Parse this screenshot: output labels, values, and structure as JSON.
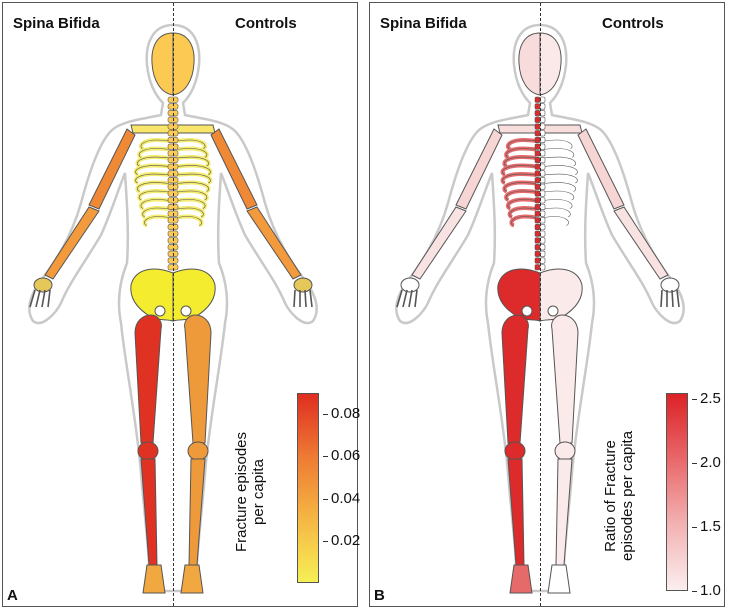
{
  "panels": [
    {
      "letter": "A",
      "left_header": "Spina Bifida",
      "right_header": "Controls",
      "colorbar": {
        "title_line1": "Fracture episodes",
        "title_line2": "per capita",
        "ticks": [
          "0.02",
          "0.04",
          "0.06",
          "0.08"
        ],
        "tick_values": [
          0.02,
          0.04,
          0.06,
          0.08
        ],
        "range": [
          0.0,
          0.09
        ],
        "gradient": [
          "#f6ef55",
          "#f5b744",
          "#ee7a33",
          "#df2e21"
        ]
      },
      "colors": {
        "skull": "#fcc952",
        "spine": "#fcc952",
        "clavicle": "#f8e56a",
        "ribs": "#f4ec6e",
        "upper_arm": "#f08936",
        "forearm": "#f39a3d",
        "hand": "#e6c85a",
        "pelvis": "#f4ec2e",
        "left_leg": "#e03222",
        "right_leg": "#ee9a3a",
        "feet": "#f2a840"
      }
    },
    {
      "letter": "B",
      "left_header": "Spina Bifida",
      "right_header": "Controls",
      "colorbar": {
        "title_line1": "Ratio of Fracture",
        "title_line2": "episodes per capita",
        "ticks": [
          "1.0",
          "1.5",
          "2.0",
          "2.5"
        ],
        "tick_values": [
          1.0,
          1.5,
          2.0,
          2.5
        ],
        "range": [
          1.0,
          2.55
        ],
        "gradient": [
          "#fbeeee",
          "#f3b2b3",
          "#e9686a",
          "#dc2226"
        ]
      },
      "colors": {
        "skull_left": "#f8dcdc",
        "skull_right": "#fbe9e9",
        "spine_left": "#dd2a2a",
        "ribs_left": "#e46a6c",
        "ribs_right": "#ffffff",
        "clavicle": "#f8dddd",
        "upper_arm": "#f7d5d5",
        "forearm": "#f9e2e2",
        "hand": "#ffffff",
        "pelvis_left": "#dd2a2a",
        "pelvis_right": "#fbeaea",
        "left_leg": "#dd2a2a",
        "right_leg": "#fbeaea",
        "feet_left": "#e66a6a",
        "feet_right": "#ffffff"
      }
    }
  ]
}
